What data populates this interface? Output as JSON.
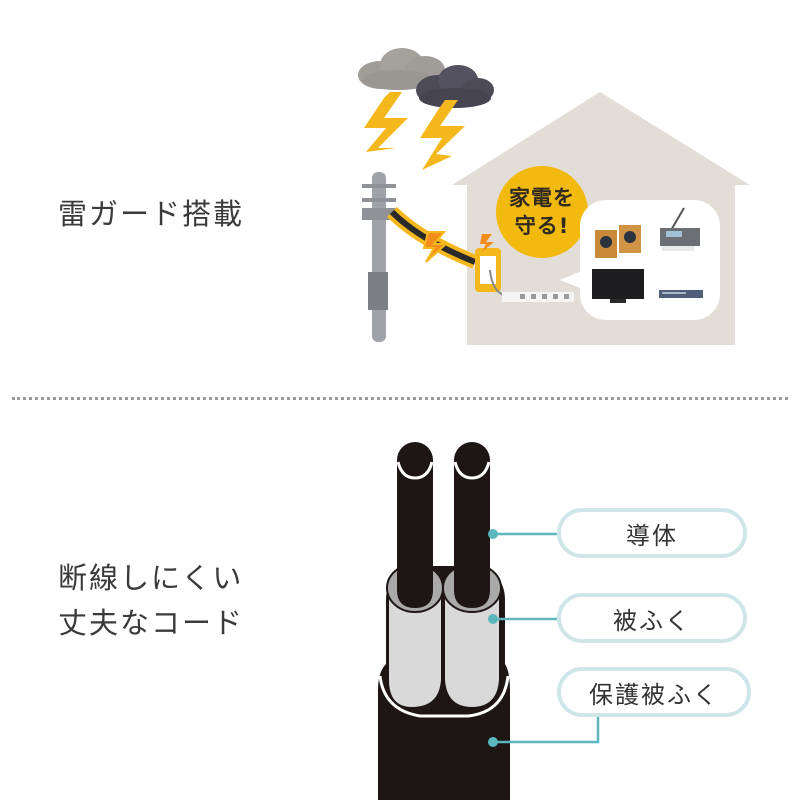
{
  "features": [
    {
      "title": "雷ガード搭載",
      "illustration": {
        "bubble_text_line1": "家電を",
        "bubble_text_line2": "守る!",
        "appliances": [
          "speakers",
          "printer",
          "tv",
          "recorder"
        ],
        "elements": [
          "storm-clouds",
          "lightning-bolts",
          "utility-pole",
          "power-line",
          "house",
          "wall-outlet",
          "power-strip"
        ]
      }
    },
    {
      "title_line1": "断線しにくい",
      "title_line2": "丈夫なコード",
      "diagram": {
        "labels": [
          {
            "text": "導体",
            "target": "conductor"
          },
          {
            "text": "被ふく",
            "target": "insulation"
          },
          {
            "text": "保護被ふく",
            "target": "outer-sheath"
          }
        ]
      }
    }
  ],
  "colors": {
    "text": "#3a3a3a",
    "house": "#e3ddd8",
    "bubble_yellow": "#f2b90f",
    "lightning": "#f5b81c",
    "cable_black": "#1e1515",
    "insulation_light": "#d9d9d9",
    "insulation_dark": "#a9a9a9",
    "leader_line": "#5bb6bd",
    "pill_border": "#cfe6e8",
    "divider": "#9a9a9a"
  }
}
